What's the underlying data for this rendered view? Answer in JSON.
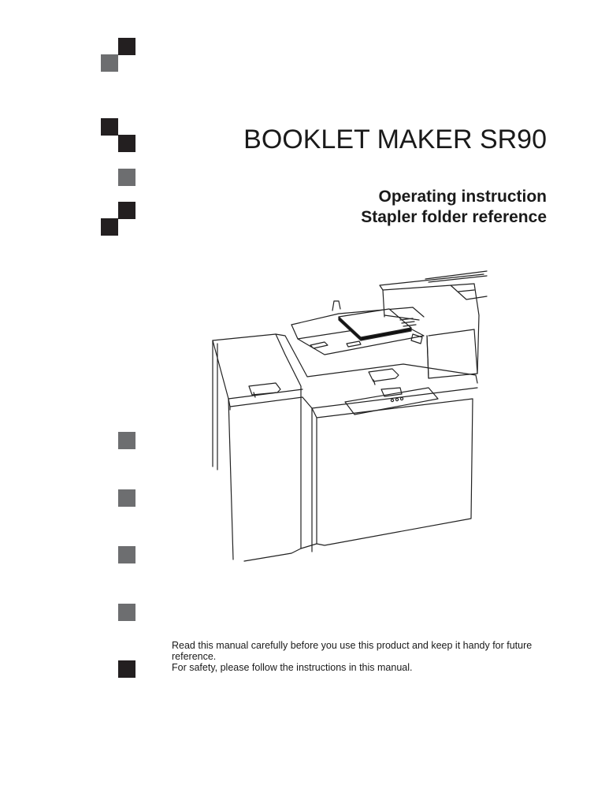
{
  "document": {
    "title": "BOOKLET MAKER SR90",
    "subtitle_line1": "Operating instruction",
    "subtitle_line2": "Stapler folder reference",
    "notice_line1": "Read this manual carefully before you use this product and keep it handy for future reference.",
    "notice_line2": "For safety, please follow the instructions in this manual."
  },
  "colors": {
    "square_dark": "#231f20",
    "square_gray": "#6d6e70",
    "text": "#1a1a1a",
    "line": "#222222"
  },
  "icons": {
    "illustration": "booklet-maker-machine-line-drawing",
    "squares": "decorative-section-squares"
  }
}
